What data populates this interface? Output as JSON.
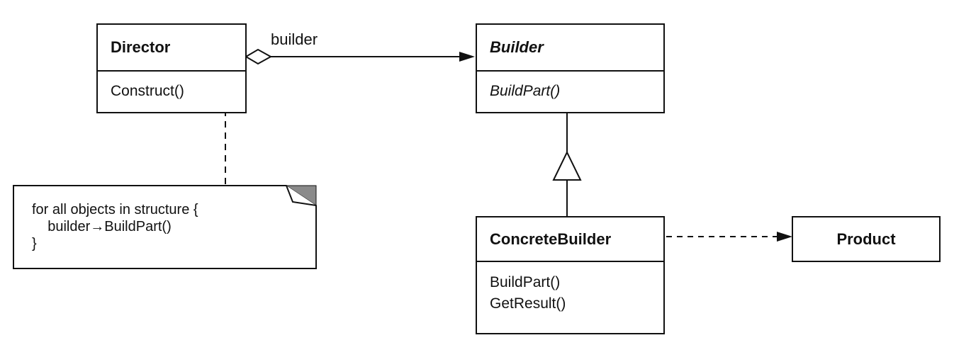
{
  "classes": {
    "director": {
      "name": "Director",
      "operations": [
        "Construct()"
      ]
    },
    "builder": {
      "name": "Builder",
      "operations": [
        "BuildPart()"
      ]
    },
    "concrete_builder": {
      "name": "ConcreteBuilder",
      "operations": [
        "BuildPart()",
        "GetResult()"
      ]
    },
    "product": {
      "name": "Product"
    }
  },
  "associations": {
    "director_builder_label": "builder"
  },
  "note": {
    "lines": [
      "for all objects in structure {",
      "    builder→BuildPart()",
      "}"
    ]
  }
}
